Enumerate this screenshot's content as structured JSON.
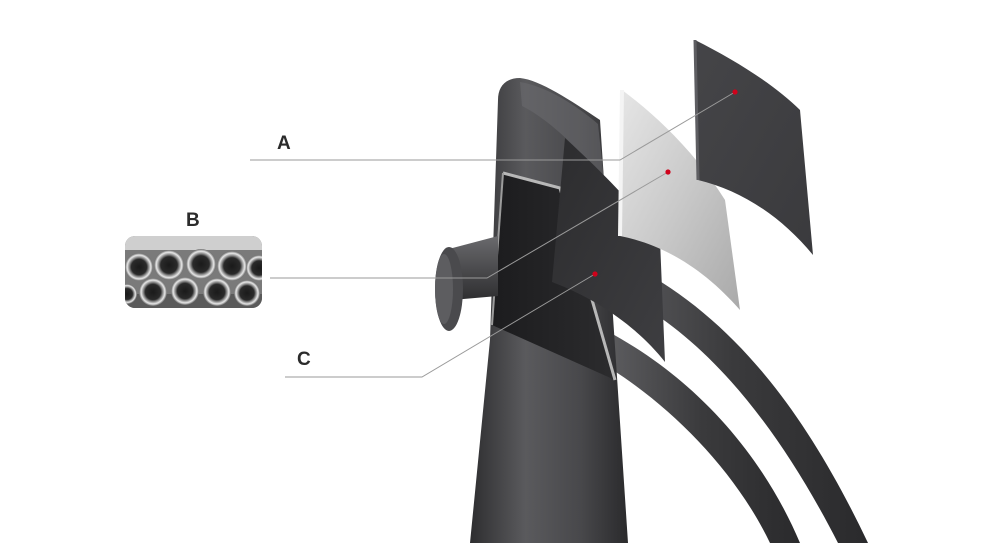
{
  "callouts": {
    "a": {
      "letter": "A"
    },
    "b": {
      "letter": "B"
    },
    "c": {
      "letter": "C"
    }
  },
  "colors": {
    "radiator_dark": "#3c3c3e",
    "radiator_mid": "#58585b",
    "panel_light": "#d8d8d8",
    "leader_line": "#9a9a9a",
    "marker_dot": "#d0021b"
  },
  "icons": [
    "steel-pipes-thumbnail"
  ]
}
